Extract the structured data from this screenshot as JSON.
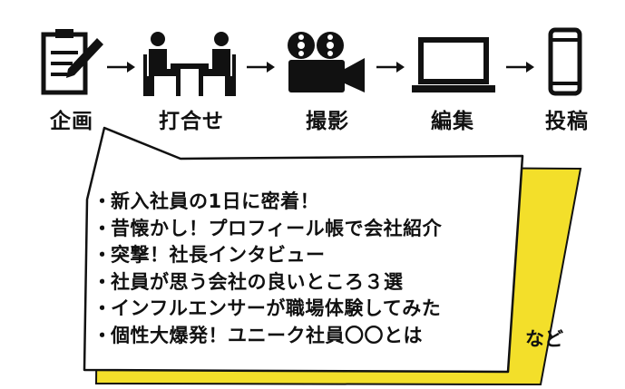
{
  "steps": [
    {
      "label": "企画",
      "icon": "clipboard-pencil-icon"
    },
    {
      "label": "打合せ",
      "icon": "meeting-icon"
    },
    {
      "label": "撮影",
      "icon": "video-camera-icon"
    },
    {
      "label": "編集",
      "icon": "laptop-icon"
    },
    {
      "label": "投稿",
      "icon": "smartphone-icon"
    }
  ],
  "ideas": {
    "bullet": "・",
    "items": [
      "新入社員の1日に密着！",
      "昔懐かし！プロフィール帳で会社紹介",
      "突撃！社長インタビュー",
      "社員が思う会社の良いところ３選",
      "インフルエンサーが職場体験してみた",
      "個性大爆発！ユニーク社員〇〇とは"
    ],
    "etc": "など"
  },
  "colors": {
    "bubble_shadow": "#f3df2a",
    "ink": "#111111",
    "background": "#ffffff"
  }
}
